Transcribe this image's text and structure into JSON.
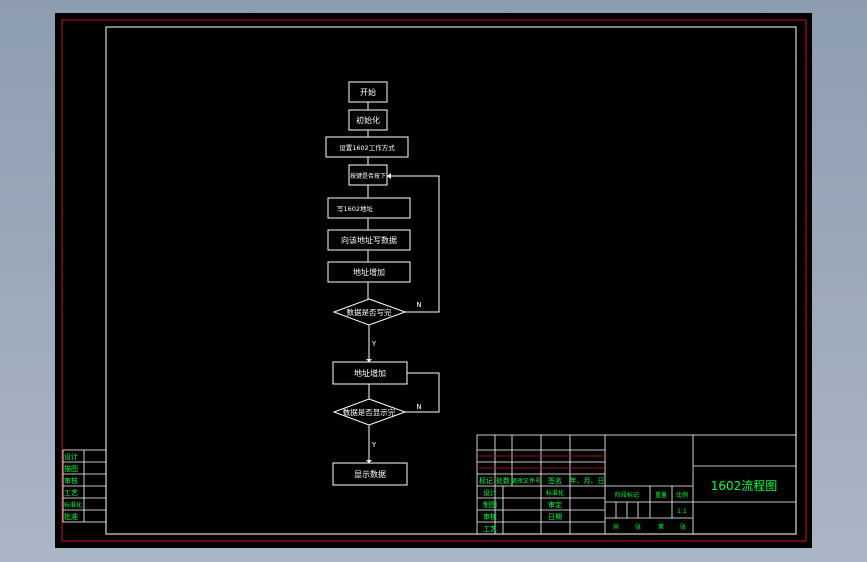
{
  "colors": {
    "canvas": "#000000",
    "frame_outer": "#c8102e",
    "frame_inner": "#ffffff",
    "stroke": "#ffffff",
    "text_main": "#ffffff",
    "text_block": "#00ff3c"
  },
  "flowchart": {
    "start": "开始",
    "init": "初始化",
    "set_1602": "设置1602工作方式",
    "check_press": "按键是否按下",
    "write_addr": "写1602地址",
    "write_data": "向该地址写数据",
    "addr_inc": "地址增加",
    "judge_write": "数据是否写完",
    "addr_inc2": "地址增加",
    "judge_show": "数据是否显示完",
    "show": "显示数据",
    "yes": "Y",
    "no": "N"
  },
  "title_block": {
    "drawing_title": "1602流程图",
    "headers": [
      "标记",
      "处数",
      "更改文件号",
      "签名",
      "年、月、日"
    ],
    "left_labels": [
      "设计",
      "制图",
      "审核",
      "工艺"
    ],
    "mid_labels": [
      "标准化",
      "审定",
      "日期"
    ],
    "stage_label": "阶段标记",
    "weight_label": "重量",
    "scale_label": "比例",
    "scale_value": "1:1",
    "sheet_labels": [
      "共",
      "张",
      "第",
      "张"
    ]
  },
  "side_block": {
    "labels": [
      "设计",
      "描图",
      "审核",
      "工艺",
      "标准化",
      "批准"
    ]
  }
}
